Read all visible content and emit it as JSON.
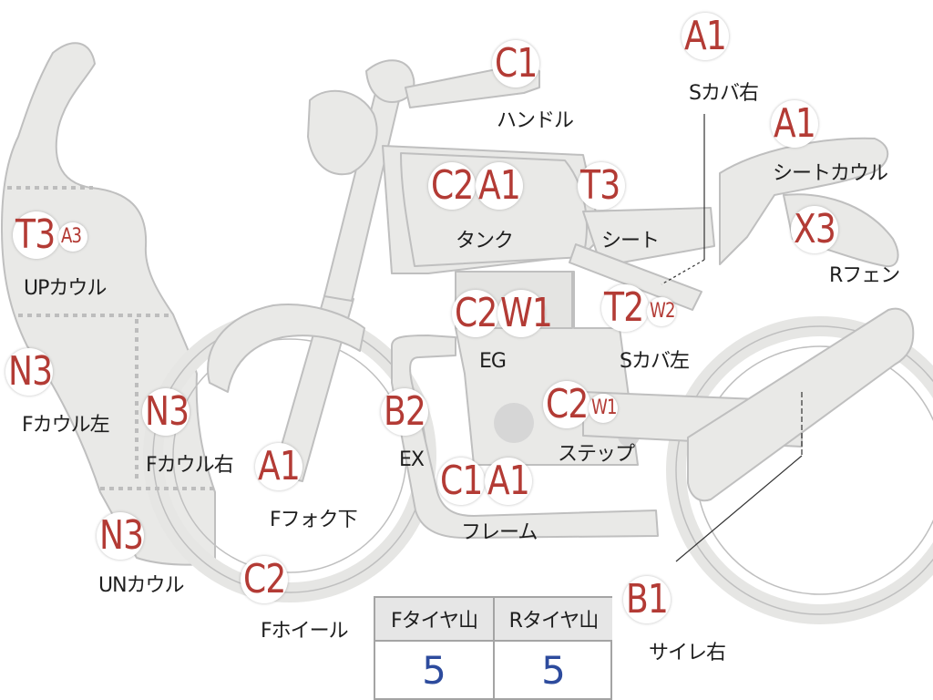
{
  "callouts": [
    {
      "id": "handle",
      "codes": [
        {
          "text": "C1",
          "size": "big"
        }
      ],
      "label": "ハンドル"
    },
    {
      "id": "side-cover-right",
      "codes": [
        {
          "text": "A1",
          "size": "big"
        }
      ],
      "label": "Sカバ右"
    },
    {
      "id": "seat-cowl",
      "codes": [
        {
          "text": "A1",
          "size": "big"
        }
      ],
      "label": "シートカウル"
    },
    {
      "id": "tank",
      "codes": [
        {
          "text": "C2",
          "size": "big"
        },
        {
          "text": "A1",
          "size": "big"
        }
      ],
      "label": "タンク"
    },
    {
      "id": "seat",
      "codes": [
        {
          "text": "T3",
          "size": "big"
        }
      ],
      "label": "シート"
    },
    {
      "id": "rear-fender",
      "codes": [
        {
          "text": "X3",
          "size": "big"
        }
      ],
      "label": "Rフェン"
    },
    {
      "id": "upper-cowl",
      "codes": [
        {
          "text": "T3",
          "size": "big"
        },
        {
          "text": "A3",
          "size": "sm"
        }
      ],
      "label": "UPカウル"
    },
    {
      "id": "engine",
      "codes": [
        {
          "text": "C2",
          "size": "big"
        },
        {
          "text": "W1",
          "size": "big"
        }
      ],
      "label": "EG"
    },
    {
      "id": "side-cover-left",
      "codes": [
        {
          "text": "T2",
          "size": "big"
        },
        {
          "text": "W2",
          "size": "sm"
        }
      ],
      "label": "Sカバ左"
    },
    {
      "id": "front-cowl-left",
      "codes": [
        {
          "text": "N3",
          "size": "big"
        }
      ],
      "label": "Fカウル左"
    },
    {
      "id": "front-cowl-right",
      "codes": [
        {
          "text": "N3",
          "size": "big"
        }
      ],
      "label": "Fカウル右"
    },
    {
      "id": "exhaust",
      "codes": [
        {
          "text": "B2",
          "size": "big"
        }
      ],
      "label": "EX"
    },
    {
      "id": "step",
      "codes": [
        {
          "text": "C2",
          "size": "big"
        },
        {
          "text": "W1",
          "size": "sm"
        }
      ],
      "label": "ステップ"
    },
    {
      "id": "front-fork-lower",
      "codes": [
        {
          "text": "A1",
          "size": "big"
        }
      ],
      "label": "Fフォク下"
    },
    {
      "id": "frame",
      "codes": [
        {
          "text": "C1",
          "size": "big"
        },
        {
          "text": "A1",
          "size": "big"
        }
      ],
      "label": "フレーム"
    },
    {
      "id": "under-cowl",
      "codes": [
        {
          "text": "N3",
          "size": "big"
        }
      ],
      "label": "UNカウル"
    },
    {
      "id": "front-wheel",
      "codes": [
        {
          "text": "C2",
          "size": "big"
        }
      ],
      "label": "Fホイール"
    },
    {
      "id": "silencer-right",
      "codes": [
        {
          "text": "B1",
          "size": "big"
        }
      ],
      "label": "サイレ右"
    }
  ],
  "tread_table": {
    "headers": [
      "Fタイヤ山",
      "Rタイヤ山"
    ],
    "values": [
      "5",
      "5"
    ]
  },
  "colors": {
    "code_red": "#b33b35",
    "value_blue": "#2d4b9d",
    "body_fill": "#e9e9e7",
    "body_stroke": "#bfbfbf"
  }
}
